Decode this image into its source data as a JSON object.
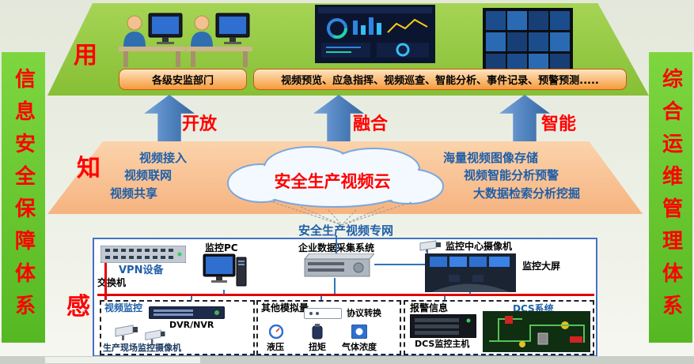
{
  "frame": {
    "left_bar": "信息安全保障体系",
    "right_bar": "综合运维管理体系"
  },
  "top": {
    "tag": "用",
    "dept_box": "各级安监部门",
    "functions_box": "视频预览、应急指挥、视频巡查、智能分析、事件记录、预警预测....."
  },
  "arrows": [
    {
      "label": "开放"
    },
    {
      "label": "融合"
    },
    {
      "label": "智能"
    }
  ],
  "middle": {
    "tag": "知",
    "cloud": "安全生产视频云",
    "left_items": [
      "视频接入",
      "视频联网",
      "视频共享"
    ],
    "right_items": [
      "海量视频图像存储",
      "视频智能分析预警",
      "大数据检索分析挖掘"
    ]
  },
  "network": {
    "label": "安全生产视频专网"
  },
  "bottom": {
    "tag": "感",
    "switch_label": "交换机",
    "vpn_label": "VPN设备",
    "pc_label": "监控PC",
    "daq_label": "企业数据采集系统",
    "center_camera_label": "监控中心摄像机",
    "big_screen_label": "监控大屏",
    "video_group": {
      "title": "视频监控",
      "dvr_label": "DVR/NVR",
      "cameras_label": "生产现场监控摄像机"
    },
    "analog_group": {
      "title": "其他模拟量",
      "converter_label": "协议转换",
      "sensors": [
        "液压",
        "扭矩",
        "气体浓度"
      ]
    },
    "alarm_group": {
      "title": "报警信息",
      "dcs_title": "DCS系统",
      "host_label": "DCS监控主机"
    }
  },
  "colors": {
    "layer_green": "#8cc63e",
    "layer_orange": "#f9c9a0",
    "accent_red": "#ff0000",
    "blue_text": "#1f5fa8",
    "arrow_blue": "#4f81bd",
    "bus_red": "#e00000"
  }
}
